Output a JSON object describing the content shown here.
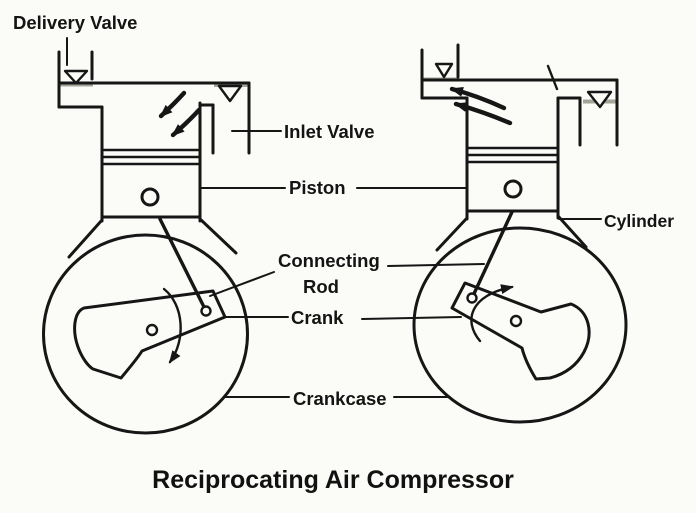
{
  "title": "Reciprocating Air Compressor",
  "labels": {
    "delivery_valve": "Delivery Valve",
    "inlet_valve": "Inlet Valve",
    "piston": "Piston",
    "connecting_rod": [
      "Connecting",
      "Rod"
    ],
    "crank": "Crank",
    "crankcase": "Crankcase",
    "cylinder": "Cylinder"
  },
  "colors": {
    "ink": "#161616",
    "background": "#fbfbf8",
    "valve_seat_smudge": "#5c5c49"
  }
}
